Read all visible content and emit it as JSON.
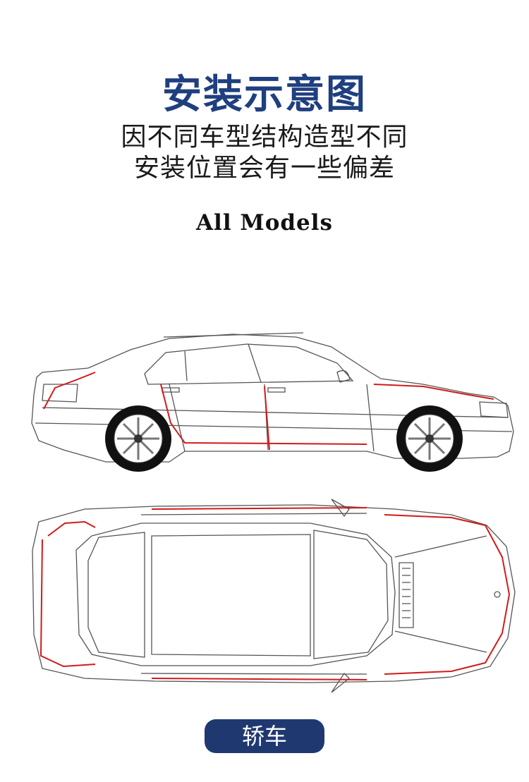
{
  "heading": {
    "title": "安装示意图",
    "line1": "因不同车型结构造型不同",
    "line2": "安装位置会有一些偏差",
    "models": "All Models"
  },
  "footer": {
    "label": "轿车"
  },
  "colors": {
    "accent": "#1f3f7f",
    "seal": "#d21a1a",
    "pill": "#1f3970"
  }
}
